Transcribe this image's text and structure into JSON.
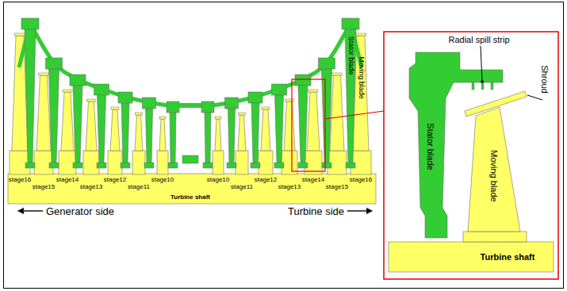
{
  "diagram": {
    "labels": [
      "Generator side",
      "Turbine side",
      "Turbine shaft",
      "stage16",
      "stage15",
      "stage14",
      "stage13",
      "stage12",
      "stage11",
      "stage10",
      "stage10",
      "stage11",
      "stage12",
      "stage13",
      "stage14",
      "stage15",
      "stage16",
      "Stator blade",
      "Moving blade",
      "Radial spill strip",
      "Shroud",
      "Stator blade",
      "Moving blade",
      "Turbine shaft"
    ]
  }
}
